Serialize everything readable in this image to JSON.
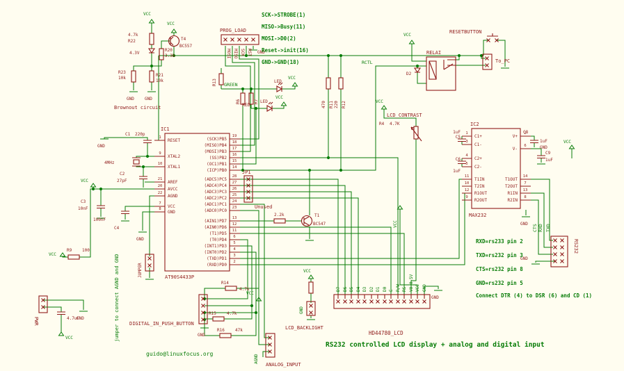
{
  "colors": {
    "background": "#fffdf0",
    "wire_green": "#077c07",
    "component_maroon": "#8f1a1a"
  },
  "supply": {
    "vcc": "VCC",
    "gnd": "GND"
  },
  "titles": {
    "caption": "RS232 controlled LCD display + analog and digital input",
    "email": "guido@linuxfocus.org"
  },
  "prog_load": {
    "label": "PROG_LOAD",
    "pin1": "MOSI",
    "pin2": "MISO",
    "pin3": "SCK",
    "pin4": "RST",
    "pin5": "GND",
    "notes": [
      "SCK->STROBE(1)",
      "MISO->Busy(11)",
      "MOSI->D0(2)",
      "Reset->init(16)",
      "GND->GND(18)"
    ]
  },
  "brownout": {
    "caption": "Brownout circuit",
    "r22_ref": "R22",
    "r22_val": "4.7k",
    "zener_val": "4.3V",
    "t4_ref": "T4",
    "t4_val": "BC557",
    "r23_ref": "R23",
    "r23_val": "10k",
    "r21_ref": "R21",
    "r21_val": "10k",
    "r20_ref": "R20",
    "r20_val": "3.3k"
  },
  "led_block": {
    "green_net": "GREEN",
    "red_net": "RED",
    "led1_val": "LED",
    "led2_val": "LED",
    "r13_ref": "R13",
    "r6_ref": "R6",
    "r7_ref": "R7",
    "r11_ref": "R11",
    "r11_val": "470",
    "r12_ref": "R12",
    "r12_val": "220"
  },
  "ic1": {
    "ref": "IC1",
    "value": "AT90S4433P",
    "left_pins": [
      {
        "name": "RESET",
        "num": "1"
      },
      {
        "name": "XTAL2",
        "num": "9"
      },
      {
        "name": "XTAL1",
        "num": "10"
      },
      {
        "name": "AREF",
        "num": "21"
      },
      {
        "name": "AVCC",
        "num": "20"
      },
      {
        "name": "AGND",
        "num": "22"
      },
      {
        "name": "VCC",
        "num": "7"
      },
      {
        "name": "GND",
        "num": "8"
      }
    ],
    "pb_pins": [
      {
        "name": "(SCK)PB5",
        "num": "19"
      },
      {
        "name": "(MISO)PB4",
        "num": "18"
      },
      {
        "name": "(MOSI)PB3",
        "num": "17"
      },
      {
        "name": "(SS)PB2",
        "num": "16"
      },
      {
        "name": "(OC1)PB1",
        "num": "15"
      },
      {
        "name": "(ICP)PB0",
        "num": "14"
      }
    ],
    "pc_pins": [
      {
        "name": "(ADC5)PC5",
        "num": "28"
      },
      {
        "name": "(ADC4)PC4",
        "num": "27"
      },
      {
        "name": "(ADC3)PC3",
        "num": "26"
      },
      {
        "name": "(ADC2)PC2",
        "num": "25"
      },
      {
        "name": "(ADC1)PC1",
        "num": "24"
      },
      {
        "name": "(ADC0)PC0",
        "num": "23"
      }
    ],
    "pd_pins": [
      {
        "name": "(AIN1)PD7",
        "num": "13"
      },
      {
        "name": "(AIN0)PD6",
        "num": "12"
      },
      {
        "name": "(T1)PD5",
        "num": "11"
      },
      {
        "name": "(T0)PD4",
        "num": "6"
      },
      {
        "name": "(INT1)PD3",
        "num": "5"
      },
      {
        "name": "(INT0)PD2",
        "num": "4"
      },
      {
        "name": "(TXD)PD1",
        "num": "3"
      },
      {
        "name": "(RXD)PD0",
        "num": "2"
      }
    ]
  },
  "oscillator": {
    "c1_ref": "C1",
    "c1_val": "220p",
    "xtal_val": "4MHz",
    "c2_ref": "C2",
    "c2_val": "27pF",
    "c3_ref": "C3",
    "c3_val": "10nF",
    "c4_ref": "C4",
    "c4_val": "100nF",
    "r9_ref": "R9",
    "r9_val": "100",
    "jumper_label": "JUMPER",
    "jumper_note": "jumper to connect AGND and GND"
  },
  "jp1": {
    "ref": "JP1",
    "value": "Unused"
  },
  "t1": {
    "ref": "T1",
    "value": "BC547",
    "base_res_val": "2.2k"
  },
  "digital_in": {
    "caption": "DIGITAL_IN_PUSH_BUTTON",
    "r14_ref": "R14",
    "r14_val": "4.7k",
    "r15_ref": "R15",
    "r15_val": "4.7k",
    "r16_ref": "R16",
    "r16_val": "47k"
  },
  "analog_in": {
    "caption": "ANALOG_INPUT",
    "agnd": "AGND"
  },
  "relay": {
    "ref": "RELAI",
    "rctl_net": "RCTL",
    "d2_ref": "D2",
    "button_label": "RESETBUTTON",
    "to_pc_label": "To_PC"
  },
  "contrast": {
    "caption": "LCD_CONTRAST",
    "r4_ref": "R4",
    "r4_val": "4.7K"
  },
  "ic2": {
    "ref": "IC2",
    "value": "MAX232",
    "left_pins": [
      {
        "name": "C1+",
        "num": "1"
      },
      {
        "name": "C1-",
        "num": "3"
      },
      {
        "name": "C2+",
        "num": "4"
      },
      {
        "name": "C2-",
        "num": "5"
      },
      {
        "name": "T1IN",
        "num": "11"
      },
      {
        "name": "T2IN",
        "num": "10"
      },
      {
        "name": "R1OUT",
        "num": "12"
      },
      {
        "name": "R2OUT",
        "num": "9"
      }
    ],
    "right_pins": [
      {
        "name": "V+",
        "num": "2"
      },
      {
        "name": "V-",
        "num": "6"
      },
      {
        "name": "T1OUT",
        "num": "14"
      },
      {
        "name": "T2OUT",
        "num": "7"
      },
      {
        "name": "R1IN",
        "num": "13"
      },
      {
        "name": "R2IN",
        "num": "8"
      }
    ],
    "c5_ref": "C5",
    "c5_val": "1uF",
    "c6_ref": "C6",
    "c6_val": "1uF",
    "c8_ref": "C8",
    "c8_val": "1uF",
    "c9_ref": "C9",
    "c9_val": "1uF"
  },
  "lcd": {
    "caption": "HD44780_LCD",
    "backlight_caption": "LCD_BACKLIGHT",
    "pins": [
      "D7",
      "D6",
      "D5",
      "D4",
      "D3",
      "D2",
      "D1",
      "D0",
      "E",
      "R/W",
      "RS",
      "V0 0-5V",
      "VCC",
      "GND"
    ]
  },
  "rs232": {
    "label": "RS232",
    "cts": "CTS",
    "rxd": "RXD",
    "txd": "TXD",
    "notes": [
      "RXD=rs233 pin 2",
      "TXD=rs232 pin 3",
      "CTS=rs232 pin 8",
      "GND=rs232 pin 5",
      "Connect DTR (4) to DSR (6) and CD (1)"
    ]
  },
  "power": {
    "label": "PWR",
    "cap_val": "4.7uF"
  }
}
